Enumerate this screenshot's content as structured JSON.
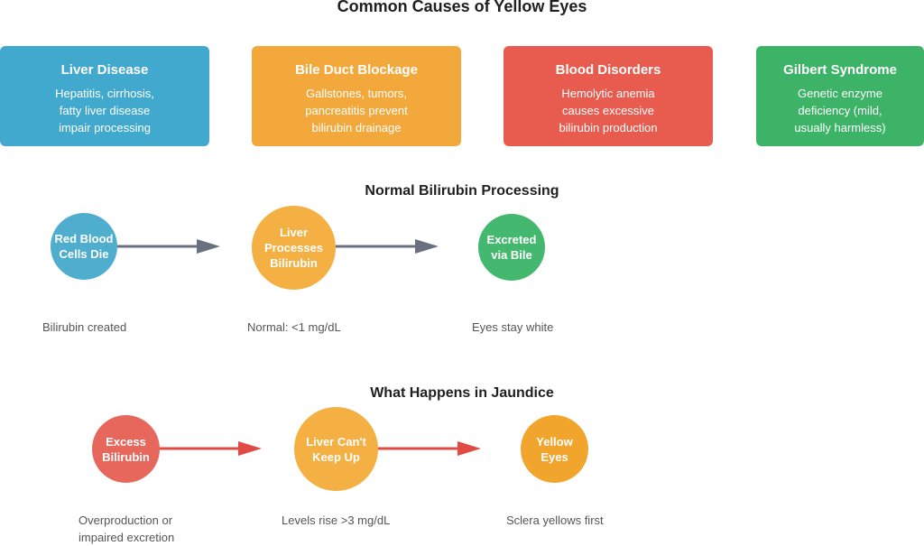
{
  "title": "Common Causes of Yellow Eyes",
  "causes": [
    {
      "title": "Liver Disease",
      "lines": [
        "Hepatitis, cirrhosis,",
        "fatty liver disease",
        "impair processing"
      ],
      "color": "#42A9CE"
    },
    {
      "title": "Bile Duct Blockage",
      "lines": [
        "Gallstones, tumors,",
        "pancreatitis prevent",
        "bilirubin drainage"
      ],
      "color": "#F2A83B"
    },
    {
      "title": "Blood Disorders",
      "lines": [
        "Hemolytic anemia",
        "causes excessive",
        "bilirubin production"
      ],
      "color": "#E85C50"
    },
    {
      "title": "Gilbert Syndrome",
      "lines": [
        "Genetic enzyme",
        "deficiency (mild,",
        "usually harmless)"
      ],
      "color": "#3DB368"
    }
  ],
  "normal": {
    "title": "Normal Bilirubin Processing",
    "steps": [
      {
        "lines": [
          "Red Blood",
          "Cells Die"
        ],
        "caption": [
          "Bilirubin created"
        ],
        "color": "#4FAECE"
      },
      {
        "lines": [
          "Liver",
          "Processes",
          "Bilirubin"
        ],
        "caption": [
          "Normal: <1 mg/dL"
        ],
        "color": "#F4B042"
      },
      {
        "lines": [
          "Excreted",
          "via Bile"
        ],
        "caption": [
          "Eyes stay white"
        ],
        "color": "#44B86F"
      }
    ],
    "arrow_color": "#6B7080"
  },
  "jaundice": {
    "title": "What Happens in Jaundice",
    "steps": [
      {
        "lines": [
          "Excess",
          "Bilirubin"
        ],
        "caption": [
          "Overproduction or",
          "impaired excretion"
        ],
        "color": "#E8675D"
      },
      {
        "lines": [
          "Liver Can't",
          "Keep Up"
        ],
        "caption": [
          "Levels rise >3 mg/dL"
        ],
        "color": "#F4B042"
      },
      {
        "lines": [
          "Yellow",
          "Eyes"
        ],
        "caption": [
          "Sclera yellows first"
        ],
        "color": "#F2A52D"
      }
    ],
    "arrow_color": "#E24B43"
  }
}
